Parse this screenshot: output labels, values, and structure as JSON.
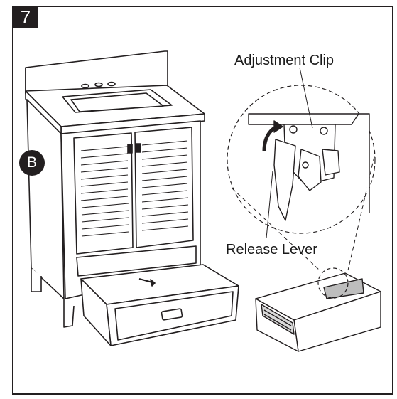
{
  "step": {
    "number": "7"
  },
  "callouts": {
    "adjustment_clip": "Adjustment Clip",
    "release_lever": "Release Lever"
  },
  "part_marker": "B"
}
